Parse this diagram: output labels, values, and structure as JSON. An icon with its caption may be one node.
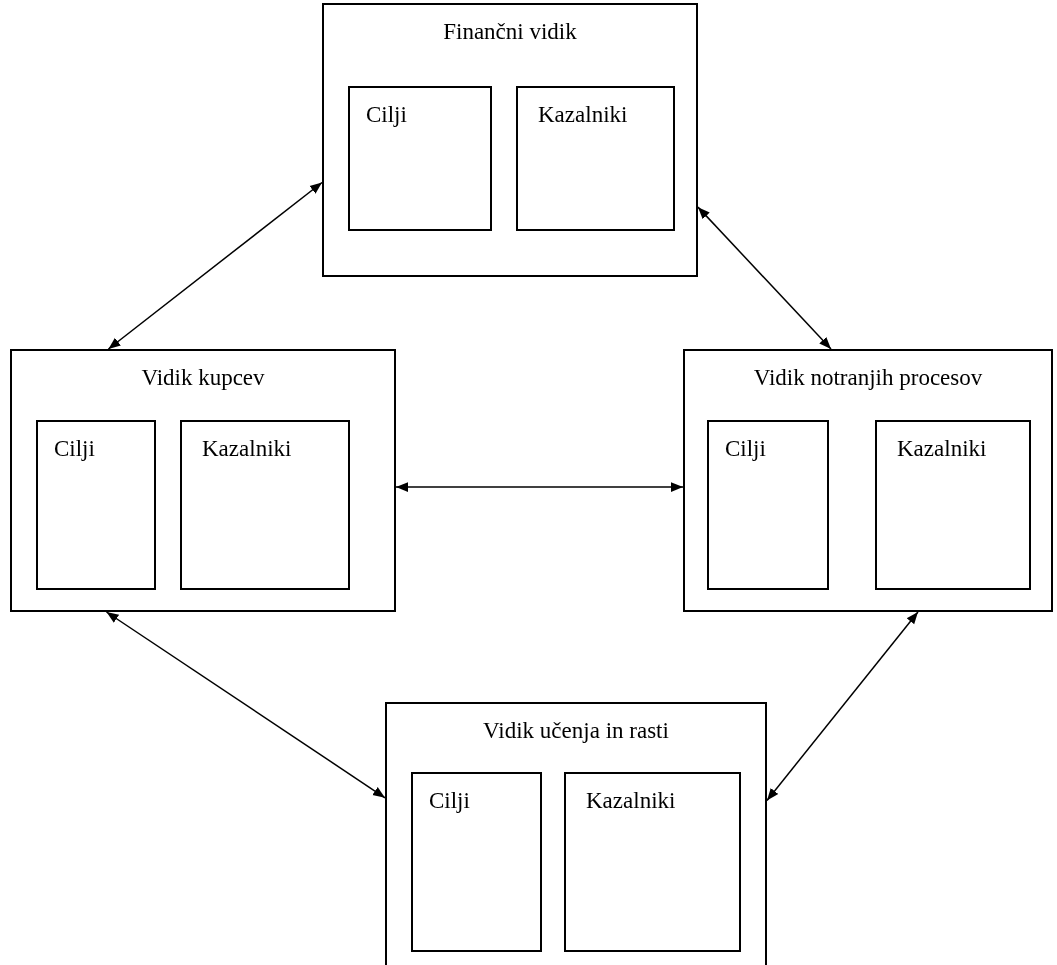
{
  "diagram": {
    "nodes": [
      {
        "text": [
          "Finančni vidik"
        ]
      },
      {
        "text": [
          "Cilji"
        ],
        "in": 0
      },
      {
        "text": [
          "Kazalniki"
        ],
        "in": 0
      },
      {
        "text": [
          "Vidik kupcev"
        ]
      },
      {
        "text": [
          "Cilji"
        ],
        "in": 3
      },
      {
        "text": [
          "Kazalniki"
        ],
        "in": 3
      },
      {
        "text": [
          "Vidik notranjih procesov"
        ]
      },
      {
        "text": [
          "Cilji"
        ],
        "in": 6
      },
      {
        "text": [
          "Kazalniki"
        ],
        "in": 6
      },
      {
        "text": [
          "Vidik učenja in rasti"
        ]
      },
      {
        "text": [
          "Cilji"
        ],
        "in": 9
      },
      {
        "text": [
          "Kazalniki"
        ],
        "in": 9
      }
    ],
    "edges": [
      {
        "from": 3,
        "to": 0,
        "arrow": "both"
      },
      {
        "from": 0,
        "to": 6,
        "arrow": "both"
      },
      {
        "from": 3,
        "to": 6,
        "arrow": "both"
      },
      {
        "from": 3,
        "to": 9,
        "arrow": "both"
      },
      {
        "from": 6,
        "to": 9,
        "arrow": "both"
      }
    ]
  }
}
